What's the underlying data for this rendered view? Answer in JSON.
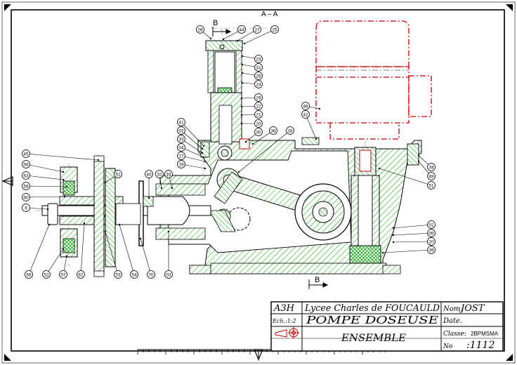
{
  "section": {
    "title": "A – A",
    "cut_label_top": "B",
    "cut_label_bottom": "B"
  },
  "callouts": [
    {
      "n": "28"
    },
    {
      "n": "44"
    },
    {
      "n": "27"
    },
    {
      "n": "25"
    },
    {
      "n": "23"
    },
    {
      "n": "31"
    },
    {
      "n": "26"
    },
    {
      "n": "24"
    },
    {
      "n": "29"
    },
    {
      "n": "22"
    },
    {
      "n": "21"
    },
    {
      "n": "20"
    },
    {
      "n": "30"
    },
    {
      "n": "36"
    },
    {
      "n": "18"
    },
    {
      "n": "46"
    },
    {
      "n": "42"
    },
    {
      "n": "41"
    },
    {
      "n": "02"
    },
    {
      "n": "33"
    },
    {
      "n": "04"
    },
    {
      "n": "17"
    },
    {
      "n": "19"
    },
    {
      "n": "40"
    },
    {
      "n": "32"
    },
    {
      "n": "16"
    },
    {
      "n": "45"
    },
    {
      "n": "51"
    },
    {
      "n": "58"
    },
    {
      "n": "63"
    },
    {
      "n": "59"
    },
    {
      "n": "60"
    },
    {
      "n": "6"
    },
    {
      "n": "56"
    },
    {
      "n": "52"
    },
    {
      "n": "57"
    },
    {
      "n": "62"
    },
    {
      "n": "53"
    },
    {
      "n": "54"
    },
    {
      "n": "70"
    },
    {
      "n": "03"
    },
    {
      "n": "34"
    },
    {
      "n": "49"
    },
    {
      "n": "51"
    },
    {
      "n": "01"
    },
    {
      "n": "09"
    },
    {
      "n": "10"
    },
    {
      "n": "39"
    }
  ],
  "cartouche": {
    "format": "A3H",
    "school": "Lycee Charles de FOUCAULD",
    "name_label": "Nom:",
    "name_value": "JOST",
    "scale": "Ech.:1:2",
    "title": "POMPE DOSEUSE",
    "date_label": "Date.",
    "class_label": "Classe:",
    "class_value": "2BPMSMA",
    "subtitle": "ENSEMBLE",
    "number_label": "No",
    "number_value": ":1112"
  }
}
